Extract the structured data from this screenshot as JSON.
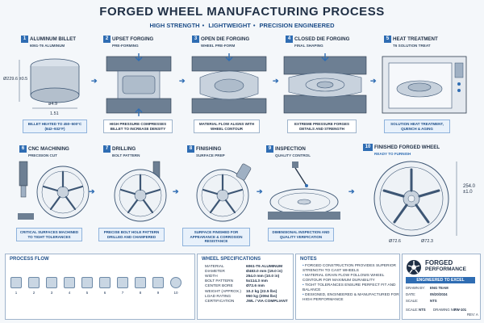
{
  "title": "FORGED WHEEL MANUFACTURING PROCESS",
  "tagline": [
    "HIGH STRENGTH",
    "LIGHTWEIGHT",
    "PRECISION ENGINEERED"
  ],
  "steps": [
    {
      "num": "1",
      "title": "ALUMINUM BILLET",
      "sub": "6061-T6 ALUMINUM",
      "note": "BILLET HEATED TO 450–500°C (842–932°F)",
      "dims": [
        "Ø229.6 ±0.5",
        "ø4.9",
        "1.51"
      ]
    },
    {
      "num": "2",
      "title": "UPSET FORGING",
      "sub": "PRE-FORMING",
      "note": "HIGH PRESSURE COMPRESSES BILLET TO INCREASE DENSITY"
    },
    {
      "num": "3",
      "title": "OPEN DIE FORGING",
      "sub": "WHEEL PRE-FORM",
      "note": "MATERIAL FLOW ALIGNS WITH WHEEL CONTOUR"
    },
    {
      "num": "4",
      "title": "CLOSED DIE FORGING",
      "sub": "FINAL SHAPING",
      "note": "EXTREME PRESSURE FORGES DETAILS AND STRENGTH"
    },
    {
      "num": "5",
      "title": "HEAT TREATMENT",
      "sub": "T6 SOLUTION TREAT",
      "note": "SOLUTION HEAT TREATMENT, QUENCH & AGING"
    },
    {
      "num": "6",
      "title": "CNC MACHINING",
      "sub": "PRECISION CUT",
      "note": "CRITICAL SURFACES MACHINED TO TIGHT TOLERANCES"
    },
    {
      "num": "7",
      "title": "DRILLING",
      "sub": "BOLT PATTERN",
      "note": "PRECISE BOLT HOLE PATTERN DRILLED AND CHAMFERED"
    },
    {
      "num": "8",
      "title": "FINISHING",
      "sub": "SURFACE PREP",
      "note": "SURFACE FINISHED FOR APPEARANCE & CORROSION RESISTANCE"
    },
    {
      "num": "9",
      "title": "INSPECTION",
      "sub": "QUALITY CONTROL",
      "note": "DIMENSIONAL INSPECTION AND QUALITY VERIFICATION"
    },
    {
      "num": "10",
      "title": "FINISHED FORGED WHEEL",
      "sub": "READY TO FURNISH",
      "dims": [
        "254.0 ±1.0",
        "Ø72.6",
        "Ø72.3"
      ]
    }
  ],
  "process_flow": {
    "title": "PROCESS FLOW",
    "nums": [
      "1",
      "2",
      "3",
      "4",
      "5",
      "6",
      "7",
      "8",
      "9",
      "10"
    ]
  },
  "specs": {
    "title": "WHEEL SPECIFICATIONS",
    "rows": [
      [
        "MATERIAL",
        "6061-T6 ALUMINUM"
      ],
      [
        "DIAMETER",
        "Ø483.0 mm (19.0 in)"
      ],
      [
        "WIDTH",
        "254.0 mm (10.0 in)"
      ],
      [
        "BOLT PATTERN",
        "5x114.3 mm"
      ],
      [
        "CENTER BORE",
        "Ø72.6 mm"
      ],
      [
        "WEIGHT (APPROX.)",
        "10.2 kg (22.5 lbs)"
      ],
      [
        "LOAD RATING",
        "950 kg (2094 lbs)"
      ],
      [
        "CERTIFICATION",
        "JWL / VIA COMPLIANT"
      ]
    ]
  },
  "notes": {
    "title": "NOTES",
    "items": [
      "FORGED CONSTRUCTION PROVIDES SUPERIOR STRENGTH TO CAST WHEELS",
      "MATERIAL GRAIN FLOW FOLLOWS WHEEL CONTOUR FOR MAXIMUM DURABILITY",
      "TIGHT TOLERANCES ENSURE PERFECT FIT AND BALANCE",
      "DESIGNED, ENGINEERED & MANUFACTURED FOR HIGH PERFORMANCE"
    ]
  },
  "brand": {
    "name": "FORGED",
    "name2": "PERFORMANCE",
    "tagline": "ENGINEERED TO EXCEL"
  },
  "title_block": {
    "drawn_by_label": "DRAWN BY:",
    "drawn_by": "ENG TEAM",
    "date_label": "DATE:",
    "date": "05/20/2024",
    "scale_label": "SCALE:",
    "scale": "NTS",
    "drawing_no_label": "DRAWING NO:",
    "drawing_no": "FW-101",
    "rev_label": "REV:",
    "rev": "A"
  },
  "colors": {
    "accent": "#2f6db3",
    "ink": "#1f2f45",
    "note_bg": "#e8f1fb"
  }
}
